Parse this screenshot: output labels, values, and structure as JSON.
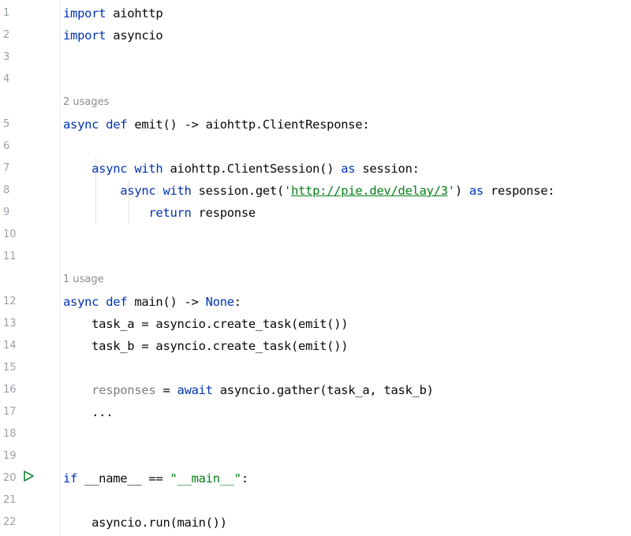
{
  "editor": {
    "colors": {
      "keyword": "#0033b3",
      "string": "#067d17",
      "unused": "#808080",
      "line_number": "#9aa0a6",
      "hint": "#8c8c8c",
      "run_icon": "#208a3c"
    },
    "hints": {
      "emit_usages": "2 usages",
      "main_usages": "1 usage"
    },
    "run_icon": "run-gutter-icon",
    "lines": [
      {
        "n": "1",
        "tokens": [
          {
            "t": "import",
            "c": "kw"
          },
          {
            "t": " aiohttp"
          }
        ]
      },
      {
        "n": "2",
        "tokens": [
          {
            "t": "import",
            "c": "kw"
          },
          {
            "t": " asyncio"
          }
        ]
      },
      {
        "n": "3",
        "tokens": []
      },
      {
        "n": "4",
        "tokens": []
      },
      {
        "n": "5",
        "tokens": [
          {
            "t": "async def",
            "c": "kw"
          },
          {
            "t": " emit() -> aiohttp.ClientResponse:"
          }
        ]
      },
      {
        "n": "6",
        "tokens": []
      },
      {
        "n": "7",
        "tokens": [
          {
            "t": "    "
          },
          {
            "t": "async with",
            "c": "kw"
          },
          {
            "t": " aiohttp.ClientSession() "
          },
          {
            "t": "as",
            "c": "kw"
          },
          {
            "t": " session:"
          }
        ]
      },
      {
        "n": "8",
        "tokens": [
          {
            "t": "        "
          },
          {
            "t": "async with",
            "c": "kw"
          },
          {
            "t": " session.get("
          },
          {
            "t": "'",
            "c": "str"
          },
          {
            "t": "http://pie.dev/delay/3",
            "c": "url"
          },
          {
            "t": "'",
            "c": "str"
          },
          {
            "t": ") "
          },
          {
            "t": "as",
            "c": "kw"
          },
          {
            "t": " response:"
          }
        ]
      },
      {
        "n": "9",
        "tokens": [
          {
            "t": "            "
          },
          {
            "t": "return",
            "c": "kw"
          },
          {
            "t": " response"
          }
        ]
      },
      {
        "n": "10",
        "tokens": []
      },
      {
        "n": "11",
        "tokens": []
      },
      {
        "n": "12",
        "tokens": [
          {
            "t": "async def",
            "c": "kw"
          },
          {
            "t": " main() -> "
          },
          {
            "t": "None",
            "c": "kw"
          },
          {
            "t": ":"
          }
        ]
      },
      {
        "n": "13",
        "tokens": [
          {
            "t": "    task_a = asyncio.create_task(emit())"
          }
        ]
      },
      {
        "n": "14",
        "tokens": [
          {
            "t": "    task_b = asyncio.create_task(emit())"
          }
        ]
      },
      {
        "n": "15",
        "tokens": []
      },
      {
        "n": "16",
        "tokens": [
          {
            "t": "    "
          },
          {
            "t": "responses",
            "c": "unused"
          },
          {
            "t": " = "
          },
          {
            "t": "await",
            "c": "kw"
          },
          {
            "t": " asyncio.gather(task_a, task_b)"
          }
        ]
      },
      {
        "n": "17",
        "tokens": [
          {
            "t": "    ..."
          }
        ]
      },
      {
        "n": "18",
        "tokens": []
      },
      {
        "n": "19",
        "tokens": []
      },
      {
        "n": "20",
        "tokens": [
          {
            "t": "if",
            "c": "kw"
          },
          {
            "t": " __name__ == "
          },
          {
            "t": "\"__main__\"",
            "c": "str"
          },
          {
            "t": ":"
          }
        ]
      },
      {
        "n": "21",
        "tokens": []
      },
      {
        "n": "22",
        "tokens": [
          {
            "t": "    asyncio.run(main())"
          }
        ]
      }
    ]
  }
}
